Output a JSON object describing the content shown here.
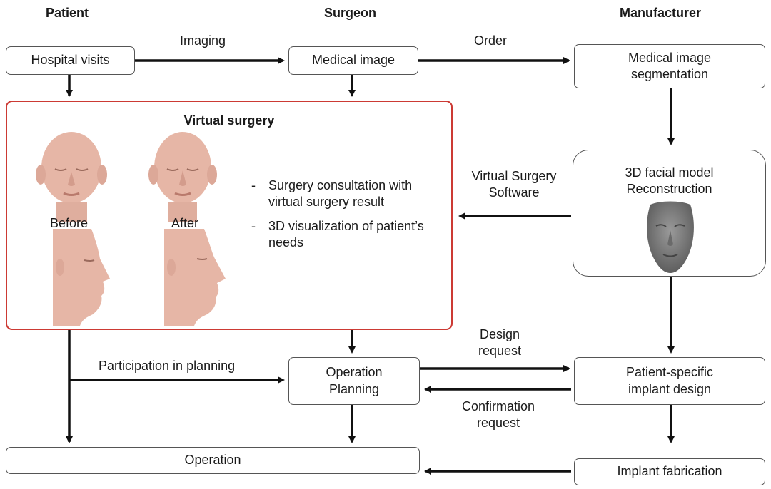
{
  "columns": {
    "patient": "Patient",
    "surgeon": "Surgeon",
    "manufacturer": "Manufacturer"
  },
  "nodes": {
    "hospital_visits": "Hospital visits",
    "medical_image": "Medical image",
    "segmentation": [
      "Medical image",
      "segmentation"
    ],
    "model_reconstruction": [
      "3D facial model",
      "Reconstruction"
    ],
    "operation_planning": [
      "Operation",
      "Planning"
    ],
    "implant_design": [
      "Patient-specific",
      "implant design"
    ],
    "operation": "Operation",
    "implant_fabrication": "Implant fabrication"
  },
  "edge_labels": {
    "imaging": "Imaging",
    "order": "Order",
    "vs_software": [
      "Virtual Surgery",
      "Software"
    ],
    "participation": "Participation in planning",
    "design_request": [
      "Design",
      "request"
    ],
    "confirmation_request": [
      "Confirmation",
      "request"
    ]
  },
  "virtual_surgery": {
    "title": "Virtual surgery",
    "before": "Before",
    "after": "After",
    "bullets": [
      "Surgery consultation with virtual surgery result",
      "3D visualization of patient’s needs"
    ]
  },
  "colors": {
    "arrow": "#111111",
    "box_border": "#555555",
    "highlight_border": "#cc3a34",
    "skin": "#e6b6a6",
    "model_gray": "#777777"
  }
}
